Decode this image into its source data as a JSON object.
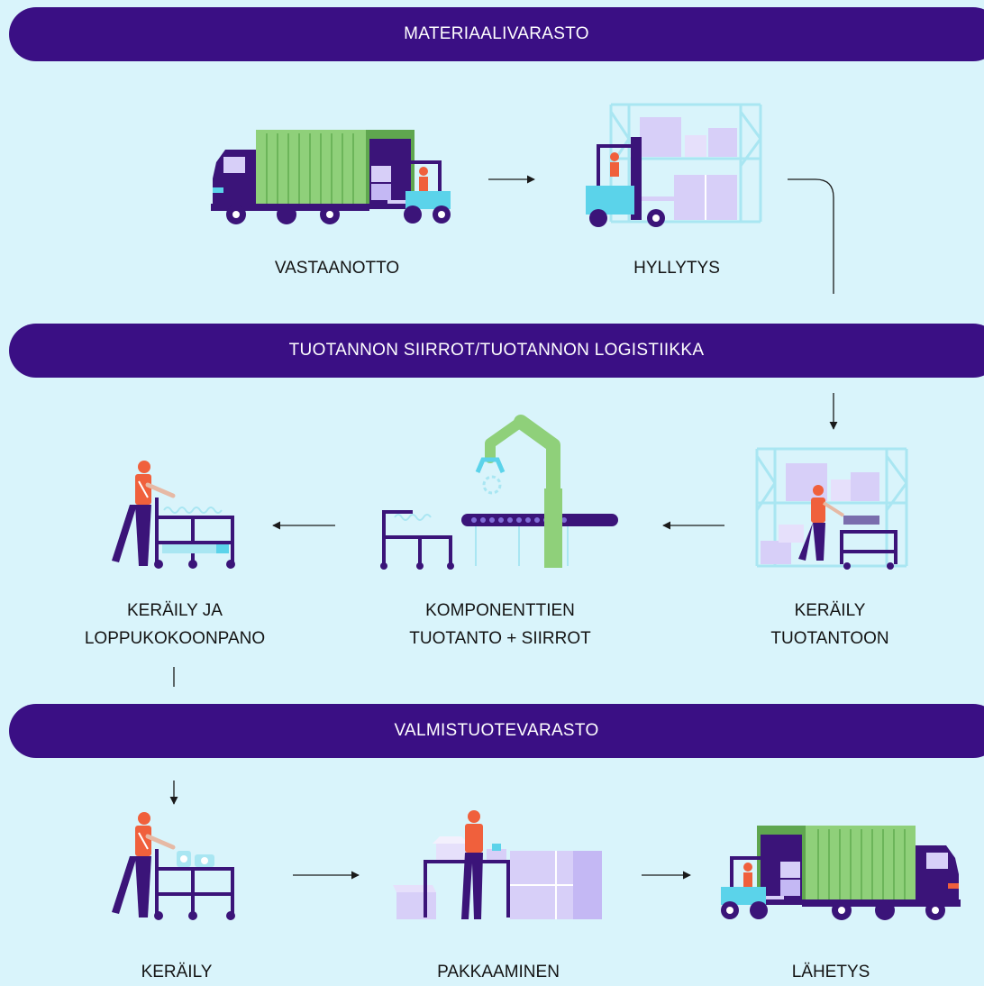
{
  "colors": {
    "background": "#d9f4fb",
    "band": "#3a0f84",
    "band_text": "#ffffff",
    "label_text": "#141414",
    "purple": "#3b1479",
    "green": "#8fd07a",
    "lavender": "#d7cff8",
    "cyan": "#5bd3ea",
    "orange": "#f0603c"
  },
  "sections": [
    {
      "title": "MATERIAALIVARASTO"
    },
    {
      "title": "TUOTANNON SIIRROT/TUOTANNON LOGISTIIKKA"
    },
    {
      "title": "VALMISTUOTEVARASTO"
    }
  ],
  "steps": [
    {
      "lines": [
        "VASTAANOTTO"
      ],
      "icon": "truck-forklift-icon"
    },
    {
      "lines": [
        "HYLLYTYS"
      ],
      "icon": "forklift-shelf-icon"
    },
    {
      "lines": [
        "KERÄILY",
        "TUOTANTOON"
      ],
      "icon": "picker-shelf-icon"
    },
    {
      "lines": [
        "KOMPONENTTIEN",
        "TUOTANTO + SIIRROT"
      ],
      "icon": "robot-conveyor-icon"
    },
    {
      "lines": [
        "KERÄILY JA",
        "LOPPUKOKOONPANO"
      ],
      "icon": "worker-cart-icon"
    },
    {
      "lines": [
        "KERÄILY"
      ],
      "icon": "worker-cart-icon"
    },
    {
      "lines": [
        "PAKKAAMINEN"
      ],
      "icon": "packing-table-icon"
    },
    {
      "lines": [
        "LÄHETYS"
      ],
      "icon": "forklift-truck-icon"
    }
  ]
}
